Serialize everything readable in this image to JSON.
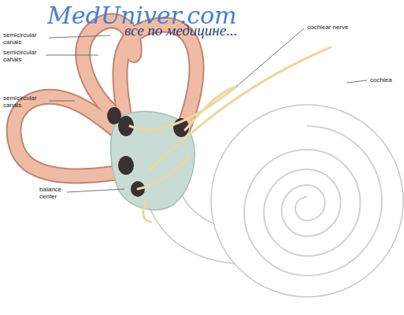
{
  "diagram": {
    "labels": [
      "MedUniver.com",
      "все по медицине...",
      "semicircular canals",
      "semicircular cahals",
      "cochlear nerve",
      "semicircular canals",
      "cochlea",
      "balance center"
    ]
  }
}
